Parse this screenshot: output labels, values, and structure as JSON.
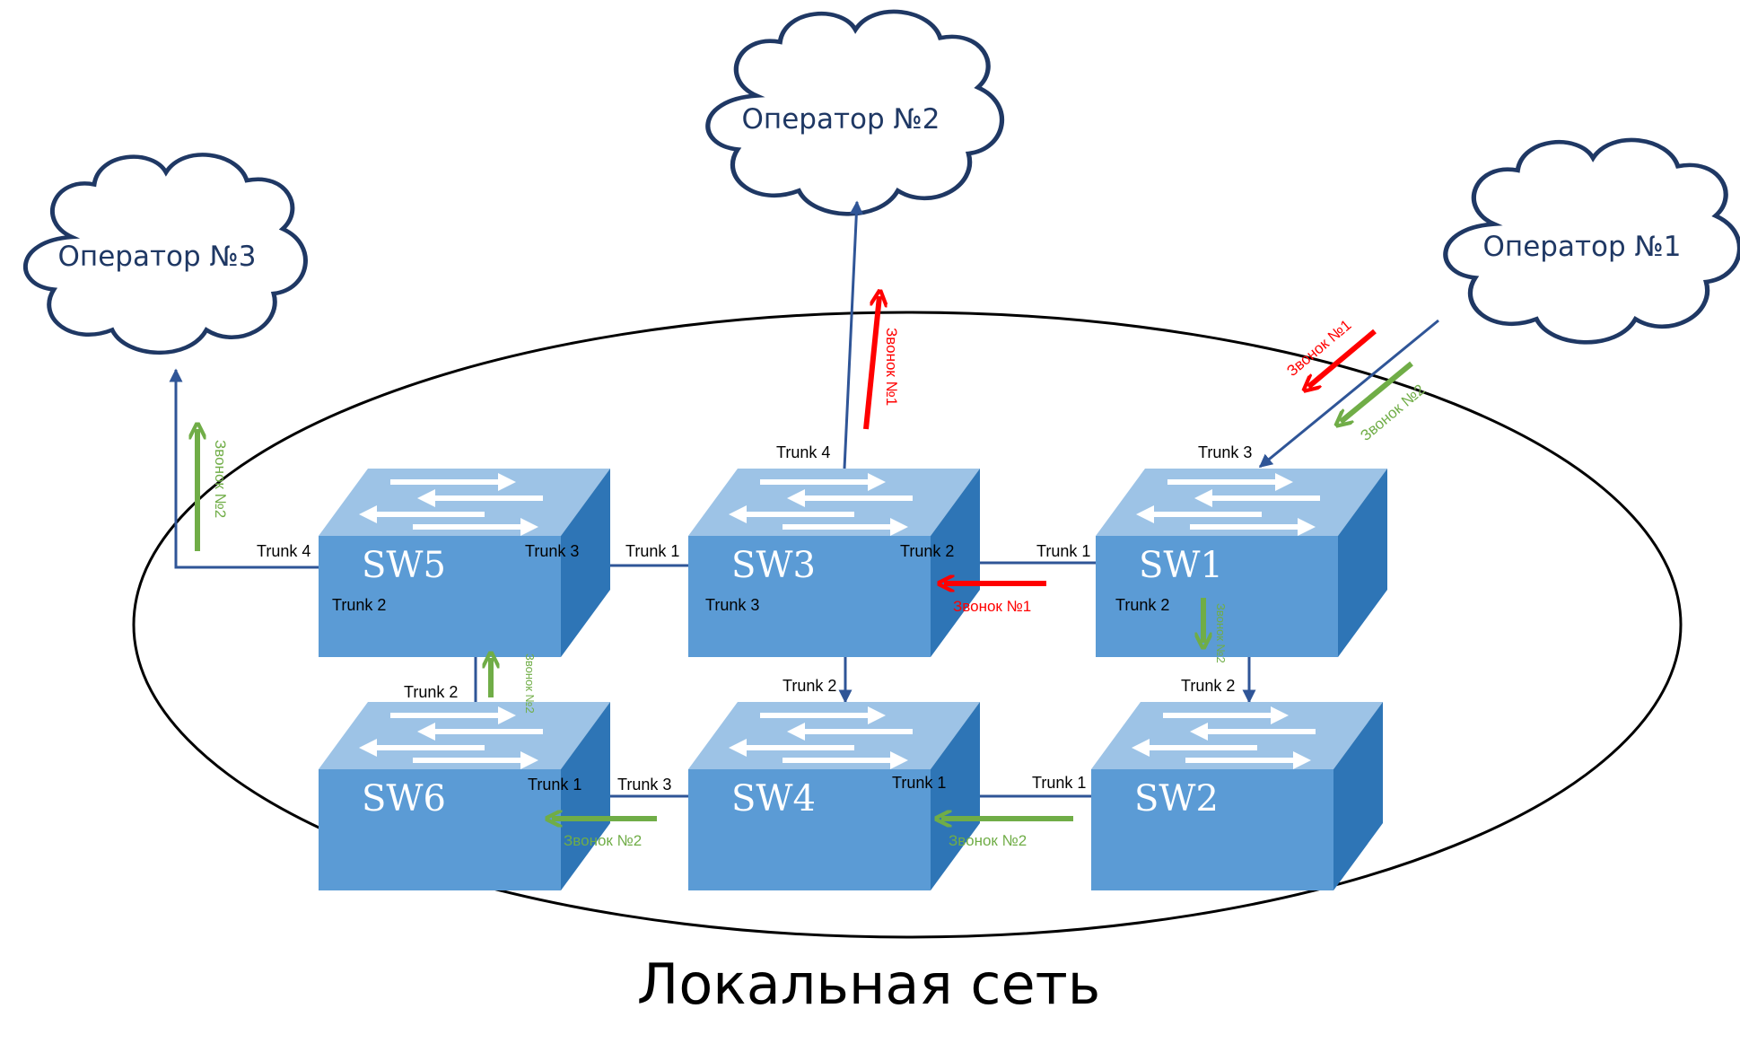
{
  "network": {
    "caption": "Локальная сеть"
  },
  "operators": {
    "op1": "Оператор №1",
    "op2": "Оператор №2",
    "op3": "Оператор №3"
  },
  "switches": {
    "sw1": "SW1",
    "sw2": "SW2",
    "sw3": "SW3",
    "sw4": "SW4",
    "sw5": "SW5",
    "sw6": "SW6"
  },
  "trunks": {
    "sw1_t1": "Trunk 1",
    "sw1_t2": "Trunk 2",
    "sw1_t3": "Trunk 3",
    "sw3_t1": "Trunk 1",
    "sw3_t2": "Trunk 2",
    "sw3_t3": "Trunk 3",
    "sw3_t4": "Trunk 4",
    "sw5_t2": "Trunk 2",
    "sw5_t3": "Trunk 3",
    "sw5_t4": "Trunk 4",
    "sw2_t1": "Trunk 1",
    "sw2_t2": "Trunk 2",
    "sw4_t1": "Trunk 1",
    "sw4_t2": "Trunk 2",
    "sw4_t3": "Trunk 3",
    "sw6_t1": "Trunk 1",
    "sw6_t2": "Trunk 2"
  },
  "calls": {
    "call1": "Звонок №1",
    "call2": "Звонок №2"
  },
  "colors": {
    "call1": "#ff0000",
    "call2": "#70ad47",
    "link": "#2f5597",
    "cloud_outline": "#1f3864",
    "switch_front": "#5b9bd5",
    "switch_top": "#9dc3e6",
    "switch_side": "#2e75b6"
  }
}
